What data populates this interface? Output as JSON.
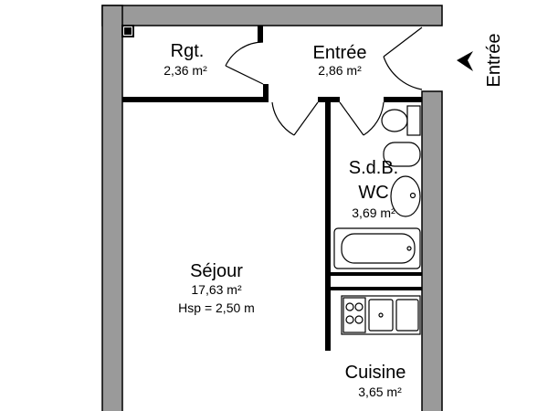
{
  "rooms": {
    "rangement": {
      "name": "Rgt.",
      "area": "2,36 m²"
    },
    "entree": {
      "name": "Entrée",
      "area": "2,86 m²"
    },
    "sdb": {
      "name_line1": "S.d.B.",
      "name_line2": "WC",
      "area": "3,69 m²"
    },
    "sejour": {
      "name": "Séjour",
      "area": "17,63 m²",
      "height": "Hsp = 2,50 m"
    },
    "cuisine": {
      "name": "Cuisine",
      "area": "3,65 m²"
    }
  },
  "entrance": {
    "label": "Entrée",
    "icon": "entrance-arrow-icon"
  },
  "colors": {
    "wall_fill": "#9a9a9a",
    "outline": "#000000",
    "background": "#ffffff"
  }
}
